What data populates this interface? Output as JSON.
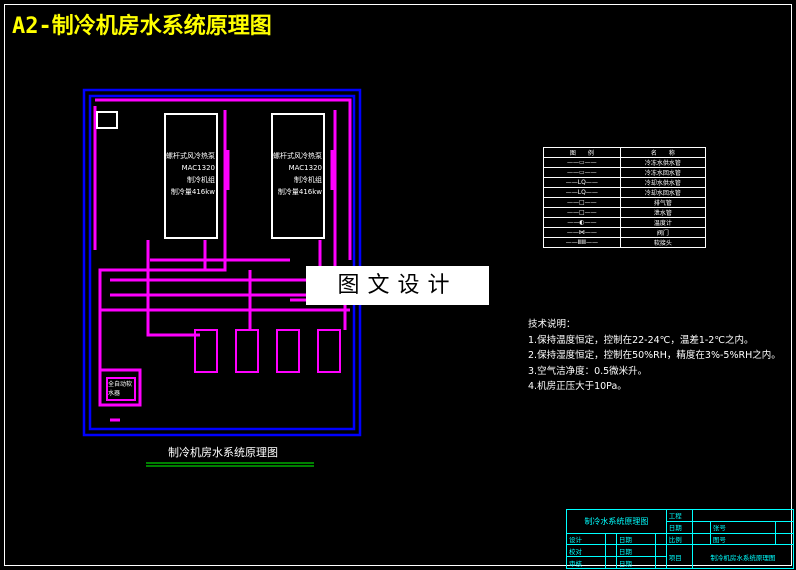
{
  "title": "A2-制冷机房水系统原理图",
  "units": [
    {
      "line1": "螺杆式风冷热泵",
      "line2": "MAC1320",
      "line3": "制冷机组",
      "line4": "制冷量416kw"
    },
    {
      "line1": "螺杆式风冷热泵",
      "line2": "MAC1320",
      "line3": "制冷机组",
      "line4": "制冷量416kw"
    }
  ],
  "softener": {
    "line1": "全自动软",
    "line2": "水器"
  },
  "caption": "制冷机房水系统原理图",
  "legend": {
    "header": [
      "图　　例",
      "名　　称"
    ],
    "rows": [
      {
        "symbol": "——▭——",
        "name": "冷冻水供水管"
      },
      {
        "symbol": "——▭——",
        "name": "冷冻水回水管"
      },
      {
        "symbol": "——LQ——",
        "name": "冷却水供水管"
      },
      {
        "symbol": "——LQ——",
        "name": "冷却水回水管"
      },
      {
        "symbol": "——□——",
        "name": "排气管"
      },
      {
        "symbol": "——□——",
        "name": "泄水管"
      },
      {
        "symbol": "——◐——",
        "name": "温度计"
      },
      {
        "symbol": "——⋈——",
        "name": "阀门"
      },
      {
        "symbol": "——ⅢⅢ——",
        "name": "软接头"
      }
    ]
  },
  "watermark": "图文设计",
  "notes": {
    "heading": "技术说明：",
    "items": [
      "1.保持温度恒定，控制在22-24℃，温差1-2℃之内。",
      "2.保持湿度恒定，控制在50%RH，精度在3%-5%RH之内。",
      "3.空气洁净度：0.5微米升。",
      "4.机房正压大于10Pa。"
    ]
  },
  "titleblock": {
    "drawing_name": "制冷水系统原理图",
    "project_label": "工程",
    "date_label": "日期",
    "sheet_label": "张号",
    "scale_label": "比例",
    "drawing_no_label": "图号",
    "item_label": "项目",
    "item_value": "制冷机房水系统原理图",
    "designer": "设计",
    "checker": "校对",
    "reviewer": "审核",
    "date": "日期"
  },
  "colors": {
    "pipe": "#ff00ff",
    "wall": "#0000ff",
    "title": "#ffff00",
    "titleblock": "#00ffff"
  }
}
